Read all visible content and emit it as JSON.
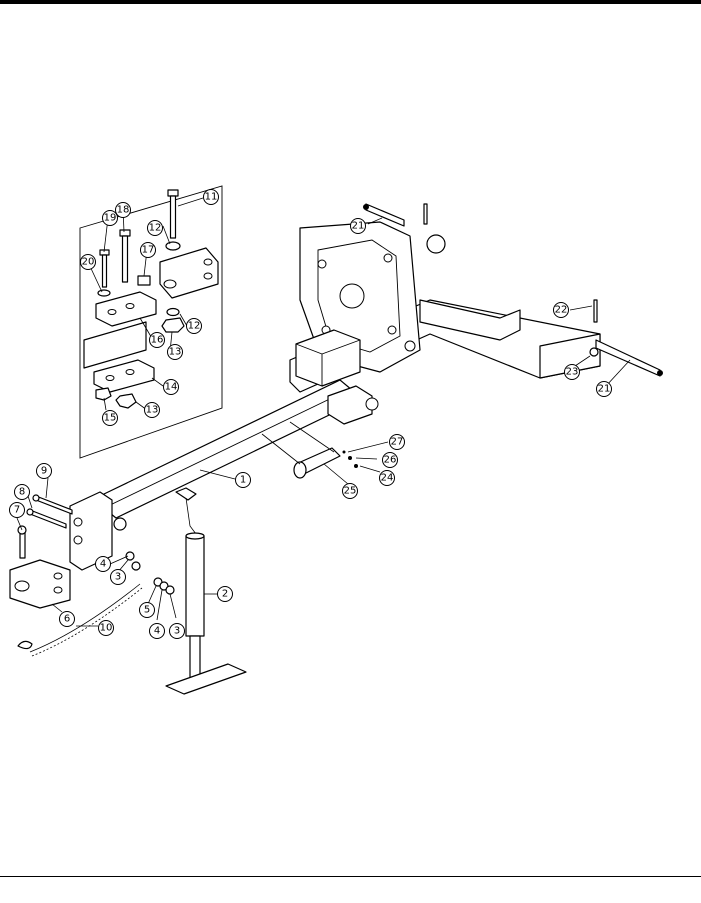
{
  "callouts": [
    {
      "id": "c1",
      "label": "1"
    },
    {
      "id": "c2",
      "label": "2"
    },
    {
      "id": "c3a",
      "label": "3"
    },
    {
      "id": "c3b",
      "label": "3"
    },
    {
      "id": "c4a",
      "label": "4"
    },
    {
      "id": "c4b",
      "label": "4"
    },
    {
      "id": "c5",
      "label": "5"
    },
    {
      "id": "c6",
      "label": "6"
    },
    {
      "id": "c7",
      "label": "7"
    },
    {
      "id": "c8",
      "label": "8"
    },
    {
      "id": "c9",
      "label": "9"
    },
    {
      "id": "c10",
      "label": "10"
    },
    {
      "id": "c11",
      "label": "11"
    },
    {
      "id": "c12a",
      "label": "12"
    },
    {
      "id": "c12b",
      "label": "12"
    },
    {
      "id": "c13a",
      "label": "13"
    },
    {
      "id": "c13b",
      "label": "13"
    },
    {
      "id": "c14",
      "label": "14"
    },
    {
      "id": "c15",
      "label": "15"
    },
    {
      "id": "c16",
      "label": "16"
    },
    {
      "id": "c17",
      "label": "17"
    },
    {
      "id": "c18",
      "label": "18"
    },
    {
      "id": "c19",
      "label": "19"
    },
    {
      "id": "c20",
      "label": "20"
    },
    {
      "id": "c21a",
      "label": "21"
    },
    {
      "id": "c21b",
      "label": "21"
    },
    {
      "id": "c22",
      "label": "22"
    },
    {
      "id": "c23",
      "label": "23"
    },
    {
      "id": "c24",
      "label": "24"
    },
    {
      "id": "c25",
      "label": "25"
    },
    {
      "id": "c26",
      "label": "26"
    },
    {
      "id": "c27",
      "label": "27"
    }
  ]
}
